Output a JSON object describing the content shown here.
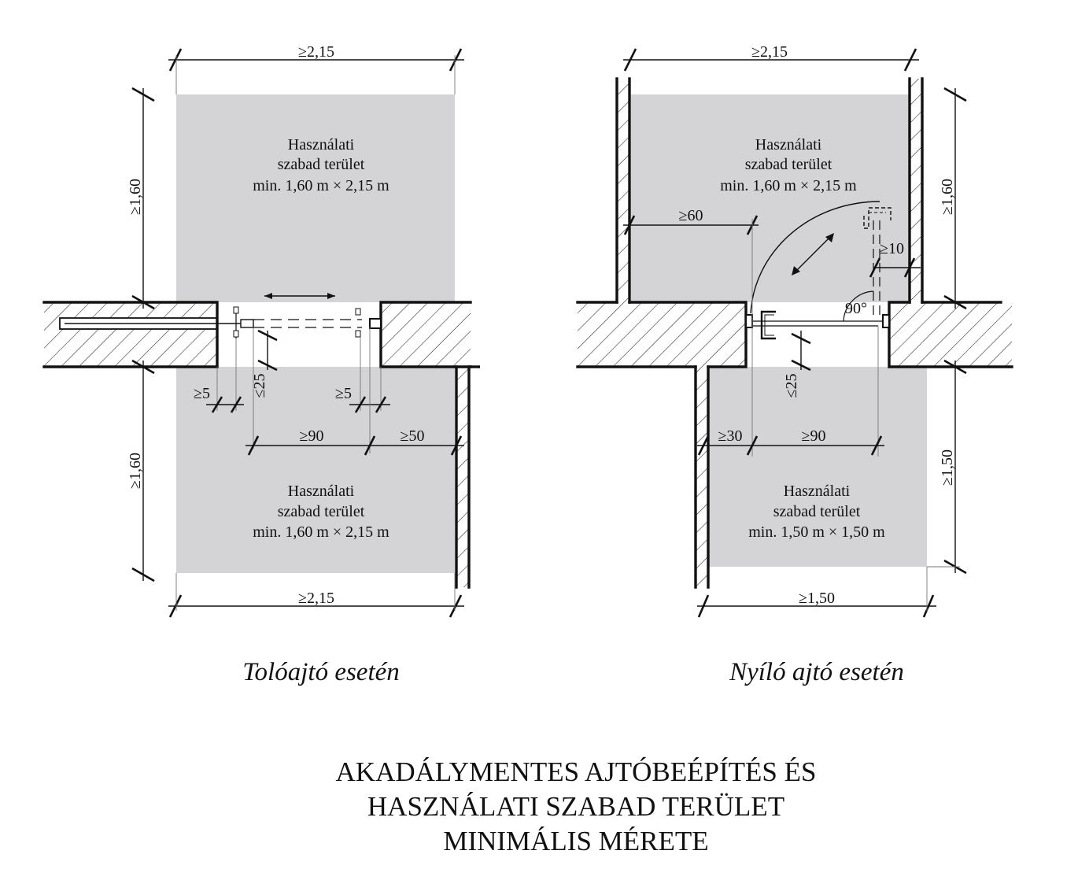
{
  "left_plan": {
    "caption": "Tolóajtó esetén",
    "top_width": "≥2,15",
    "bottom_width": "≥2,15",
    "upper_height": "≥1,60",
    "lower_height": "≥1,60",
    "upper_area": [
      "Használati",
      "szabad terület",
      "min. 1,60 m × 2,15 m"
    ],
    "lower_area": [
      "Használati",
      "szabad terület",
      "min. 1,60 m × 2,15 m"
    ],
    "gap_left": "≥5",
    "gap_right": "≥5",
    "handle_offset": "≤25",
    "door_width": "≥90",
    "side_clearance": "≥50"
  },
  "right_plan": {
    "caption": "Nyíló ajtó esetén",
    "top_width": "≥2,15",
    "bottom_width": "≥1,50",
    "upper_height": "≥1,60",
    "lower_height": "≥1,50",
    "upper_area": [
      "Használati",
      "szabad terület",
      "min. 1,60 m × 2,15 m"
    ],
    "lower_area": [
      "Használati",
      "szabad terület",
      "min. 1,50 m × 1,50 m"
    ],
    "latch_clearance": "≥60",
    "hinge_clearance": "≥10",
    "angle": "90°",
    "handle_offset": "≤25",
    "latch_side_lower": "≥30",
    "door_width": "≥90"
  },
  "title": [
    "AKADÁLYMENTES AJTÓBEÉPÍTÉS ÉS",
    "HASZNÁLATI SZABAD TERÜLET",
    "MINIMÁLIS MÉRETE"
  ]
}
